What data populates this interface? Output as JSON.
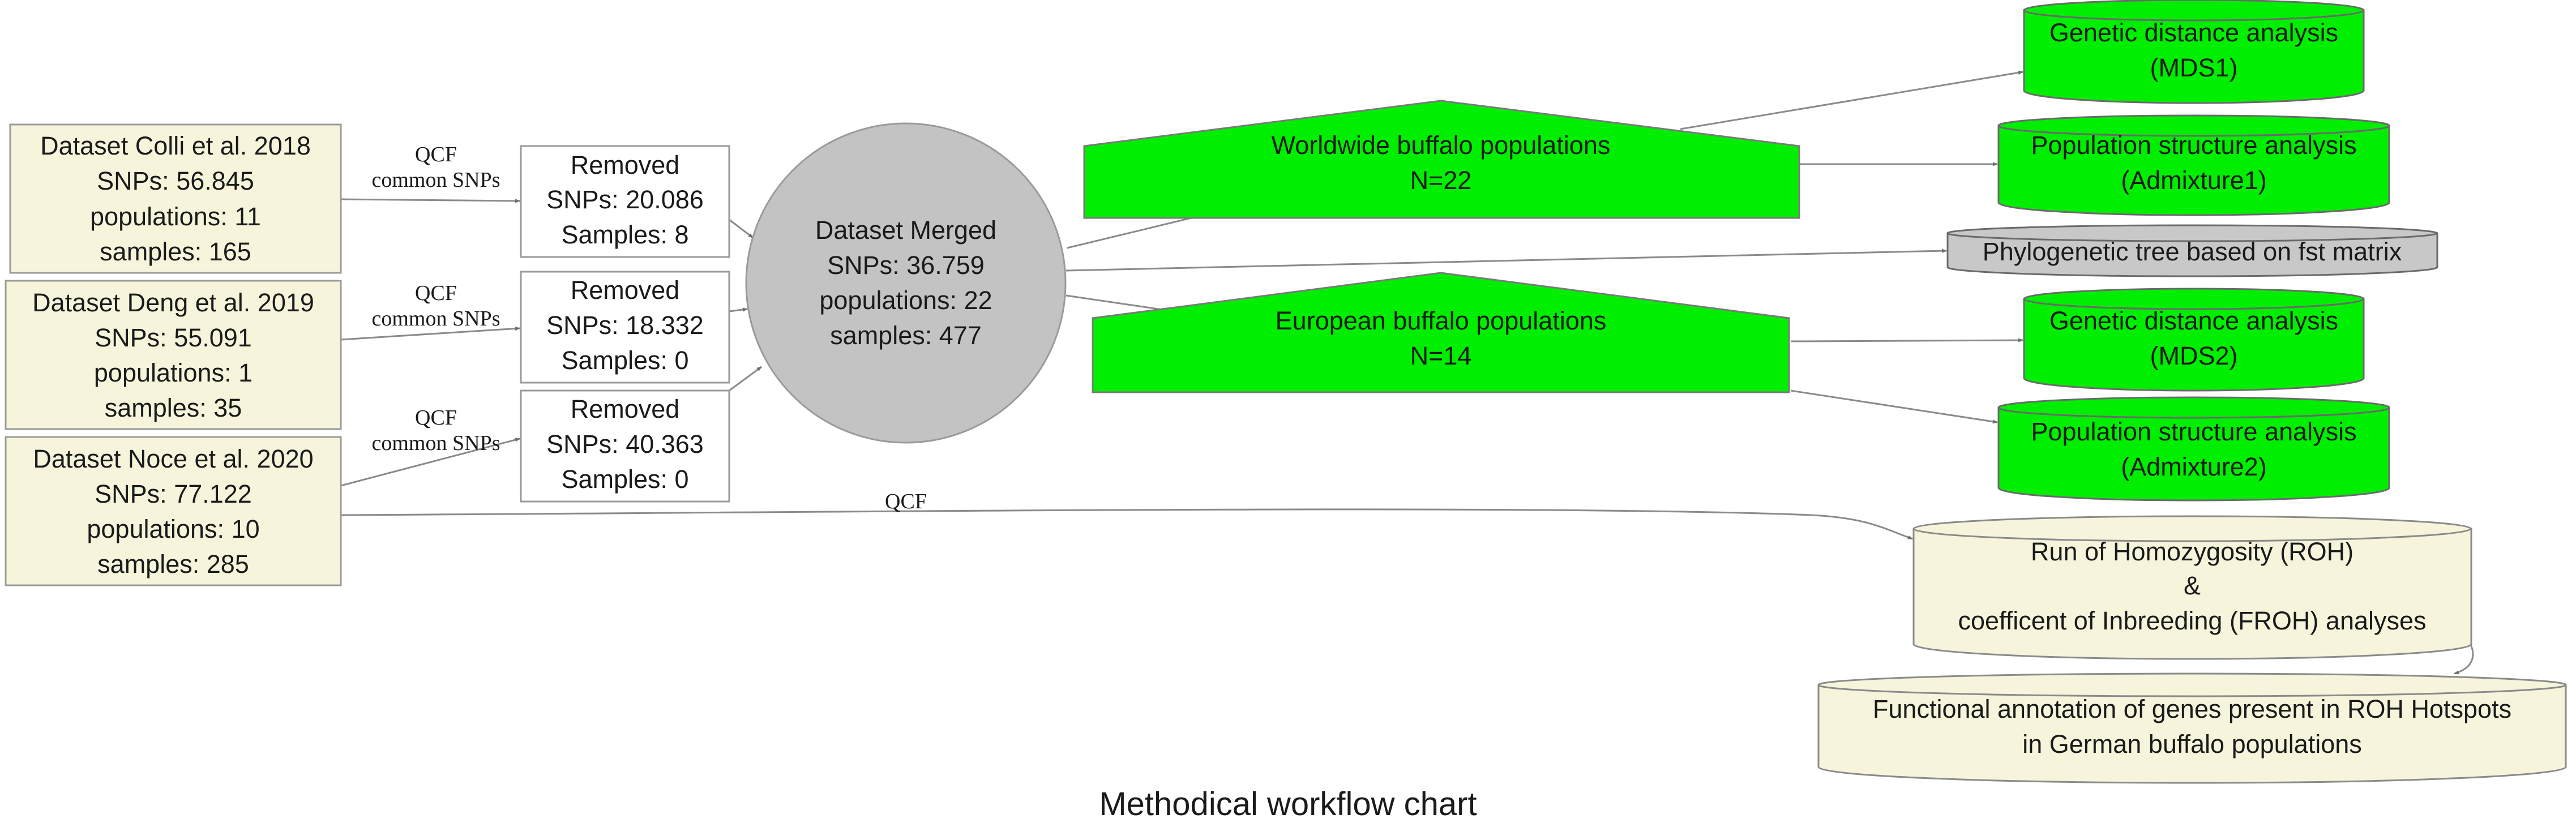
{
  "title": "Methodical workflow chart",
  "colors": {
    "dataset_fill": "#f6f5dc",
    "green_fill": "#00ee00",
    "merged_fill": "#c3c3c3",
    "gray_cyl_fill": "#c8c8c8",
    "line": "#8a8a8a",
    "border": "#9a9a9a"
  },
  "datasets": [
    {
      "lines": [
        "Dataset Colli et al. 2018",
        "SNPs: 56.845",
        "populations: 11",
        "samples: 165"
      ]
    },
    {
      "lines": [
        "Dataset Deng et al. 2019",
        "SNPs: 55.091",
        "populations: 1",
        "samples: 35"
      ]
    },
    {
      "lines": [
        "Dataset Noce et al. 2020",
        "SNPs: 77.122",
        "populations: 10",
        "samples: 285"
      ]
    }
  ],
  "qc_labels": [
    {
      "lines": [
        "QCF",
        "common SNPs"
      ]
    },
    {
      "lines": [
        "QCF",
        "common SNPs"
      ]
    },
    {
      "lines": [
        "QCF",
        "common SNPs"
      ]
    }
  ],
  "qcf_long_label": "QCF",
  "removed": [
    {
      "lines": [
        "Removed",
        "SNPs: 20.086",
        "Samples: 8"
      ]
    },
    {
      "lines": [
        "Removed",
        "SNPs: 18.332",
        "Samples: 0"
      ]
    },
    {
      "lines": [
        "Removed",
        "SNPs: 40.363",
        "Samples: 0"
      ]
    }
  ],
  "merged": {
    "lines": [
      "Dataset Merged",
      "SNPs: 36.759",
      "populations: 22",
      "samples: 477"
    ]
  },
  "groups": [
    {
      "lines": [
        "Worldwide buffalo populations",
        "N=22"
      ]
    },
    {
      "lines": [
        "European buffalo populations",
        "N=14"
      ]
    }
  ],
  "analyses": [
    {
      "lines": [
        "Genetic distance analysis",
        "(MDS1)"
      ]
    },
    {
      "lines": [
        "Population structure analysis",
        "(Admixture1)"
      ]
    },
    {
      "lines": [
        "Phylogenetic tree based on fst matrix"
      ]
    },
    {
      "lines": [
        "Genetic distance analysis",
        "(MDS2)"
      ]
    },
    {
      "lines": [
        "Population structure analysis",
        "(Admixture2)"
      ]
    },
    {
      "lines": [
        "Run of Homozygosity (ROH)",
        "&",
        "coefficent of Inbreeding (FROH) analyses"
      ]
    },
    {
      "lines": [
        "Functional annotation of genes present in ROH Hotspots",
        "in German buffalo populations"
      ]
    }
  ]
}
